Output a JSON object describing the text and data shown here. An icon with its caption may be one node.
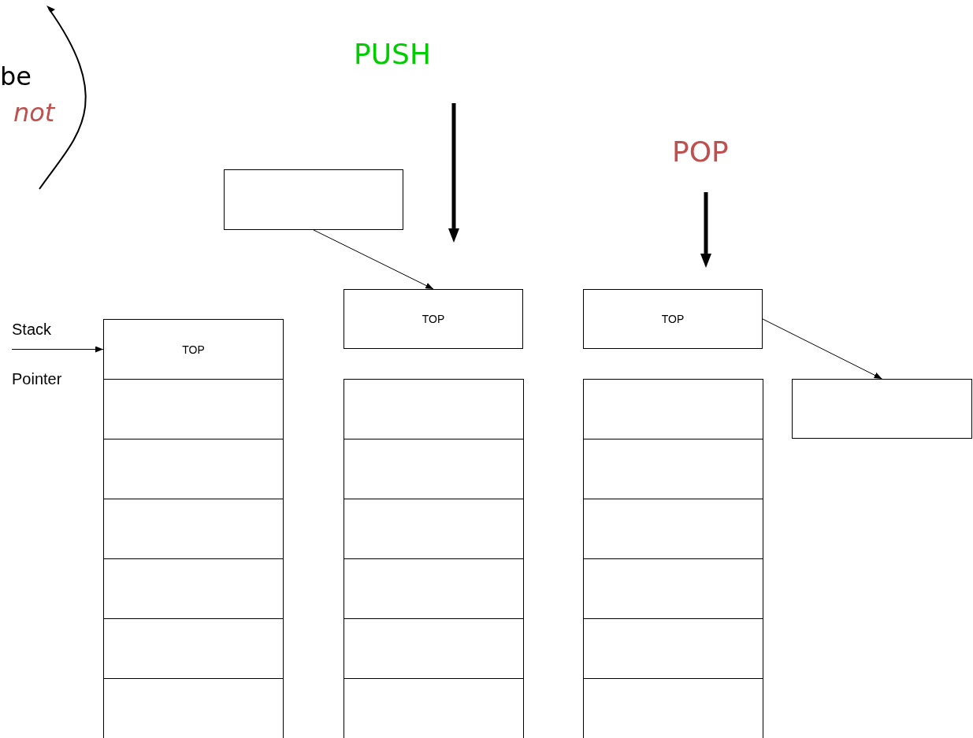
{
  "diagram": {
    "nodes": [
      {
        "text": [],
        "shape": "box"
      },
      {
        "text": [
          "TOP"
        ]
      },
      {
        "text": [
          "TOP"
        ]
      },
      {
        "text": [
          "TOP"
        ]
      },
      {
        "text": [],
        "shape": "box"
      },
      {
        "text": [],
        "shape": "box"
      },
      {
        "text": [],
        "shape": "box"
      },
      {
        "text": [],
        "shape": "box"
      },
      {
        "text": [],
        "shape": "box"
      },
      {
        "text": [],
        "shape": "box"
      },
      {
        "text": [],
        "shape": "box"
      },
      {
        "text": [],
        "shape": "box"
      },
      {
        "text": [],
        "shape": "box"
      },
      {
        "text": [],
        "shape": "box"
      },
      {
        "text": [],
        "shape": "box"
      },
      {
        "text": [],
        "shape": "box"
      },
      {
        "text": [],
        "shape": "box"
      },
      {
        "text": [],
        "shape": "box"
      },
      {
        "text": [],
        "shape": "box"
      },
      {
        "text": [],
        "shape": "box"
      },
      {
        "text": [],
        "shape": "box"
      },
      {
        "text": [],
        "shape": "box"
      },
      {
        "text": [],
        "shape": "box"
      }
    ],
    "edges": [
      {
        "from": 0,
        "to": 1,
        "arrow": "to"
      },
      {
        "from": 2,
        "to": 22,
        "arrow": "to"
      },
      {
        "from": null,
        "to": 3,
        "arrow": "to",
        "label": "Stack Pointer"
      }
    ],
    "labels": [
      "be",
      "not",
      "PUSH",
      "POP"
    ]
  }
}
